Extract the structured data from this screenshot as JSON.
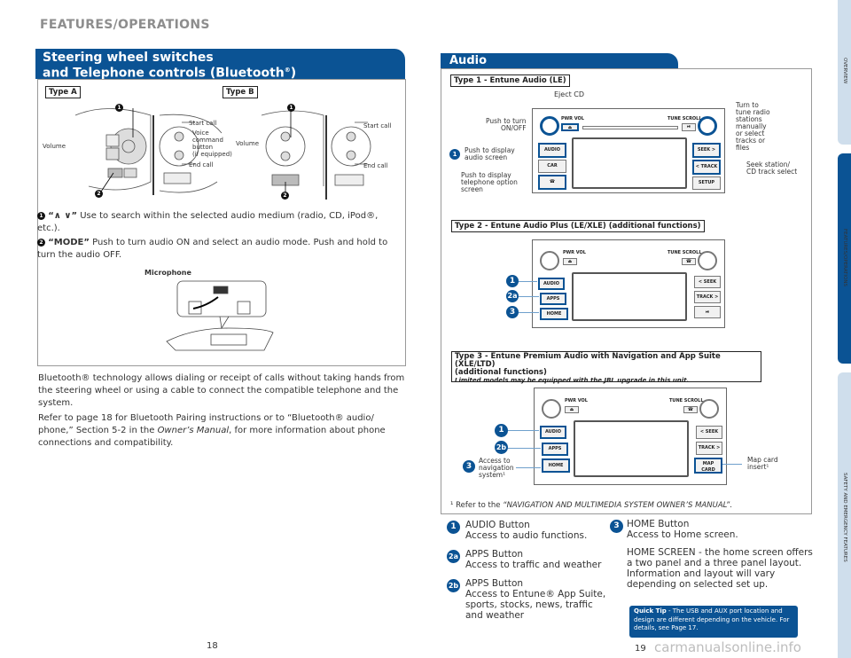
{
  "header": {
    "section": "FEATURES/OPERATIONS"
  },
  "left": {
    "title_line1": "Steering wheel switches",
    "title_line2": "and Telephone controls (Bluetooth",
    "title_reg": "®",
    "title_close": ")",
    "type_a": "Type A",
    "type_b": "Type B",
    "callouts": {
      "start_call": "Start call",
      "voice": "Voice\ncommand\nbutton\n(if equipped)",
      "end_call": "End call",
      "volume": "Volume",
      "n1": "1",
      "n2": "2"
    },
    "item1_key": "“∧  ∨”",
    "item1_text": " Use to search within the selected audio medium (radio, CD, iPod®, etc.).",
    "item2_key": "“MODE”",
    "item2_text": " Push to turn audio ON and select an audio mode. Push and hold to turn the audio OFF.",
    "microphone": "Microphone",
    "para1": "Bluetooth® technology allows dialing or receipt of calls without taking hands from the steering wheel or using a cable to connect the compatible telephone and the system.",
    "para2_a": "Refer to page 18 for Bluetooth Pairing instructions or to “Bluetooth® audio/ phone,” Section 5-2 in the ",
    "para2_em": "Owner’s Manual",
    "para2_b": ", for more information about phone connections and compatibility.",
    "page": "18"
  },
  "right": {
    "title": "Audio",
    "type1": "Type 1 - Entune Audio (LE)",
    "type2": "Type 2 - Entune Audio Plus (LE/XLE) (additional functions)",
    "type3_line1": "Type 3 - Entune Premium Audio with Navigation and App Suite (XLE/LTD)",
    "type3_line2": "(additional functions)",
    "type3_note": "Limited models may be equipped with the JBL upgrade in this unit.",
    "t1": {
      "eject": "Eject CD",
      "onoff": "Push to turn\nON/OFF",
      "audio_screen": "Push to display\naudio screen",
      "phone_screen": "Push to display\ntelephone option\nscreen",
      "tune": "Turn to\ntune radio\nstations\nmanually\nor select\ntracks or\nfiles",
      "seek": "Seek station/\nCD track select"
    },
    "radio": {
      "pwr": "PWR VOL",
      "tune": "TUNE SCROLL",
      "audio": "AUDIO",
      "car": "CAR",
      "phone": "☎",
      "seek_r": "SEEK >",
      "track_l": "< TRACK",
      "setup": "SETUP",
      "apps": "APPS",
      "home": "HOME",
      "seek_l": "< SEEK",
      "track_r": "TRACK >",
      "playpause": "⏯",
      "map": "MAP CARD",
      "eject": "⏏"
    },
    "t3": {
      "nav": "Access to\nnavigation\nsystem¹",
      "map": "Map card\ninsert¹"
    },
    "footnote_a": "¹ Refer to the ",
    "footnote_em": "“NAVIGATION AND MULTIMEDIA SYSTEM OWNER’S MANUAL”",
    "footnote_b": ".",
    "legend": [
      {
        "num": "1",
        "title": "AUDIO Button",
        "desc": "Access to audio functions."
      },
      {
        "num": "2a",
        "title": "APPS Button",
        "desc": "Access to traffic and weather"
      },
      {
        "num": "2b",
        "title": "APPS Button",
        "desc": "Access to Entune® App Suite, sports, stocks, news, traffic and weather"
      },
      {
        "num": "3",
        "title": "HOME Button",
        "desc": "Access to Home screen."
      }
    ],
    "home_screen": "HOME SCREEN - the home screen offers a two panel and a three panel layout. Information and layout will vary depending on selected set up.",
    "quick_tip_label": "Quick Tip",
    "quick_tip": " - The USB and AUX port location and design are different depending on the vehicle. For details, see Page 17.",
    "page": "19"
  },
  "side_tabs": [
    "OVERVIEW",
    "FEATURES/OPERATIONS",
    "SAFETY AND EMERGENCY FEATURES"
  ],
  "watermark": "carmanualsonline.info",
  "colors": {
    "brand_blue": "#0b5394",
    "tab_light": "#cfdeec"
  }
}
